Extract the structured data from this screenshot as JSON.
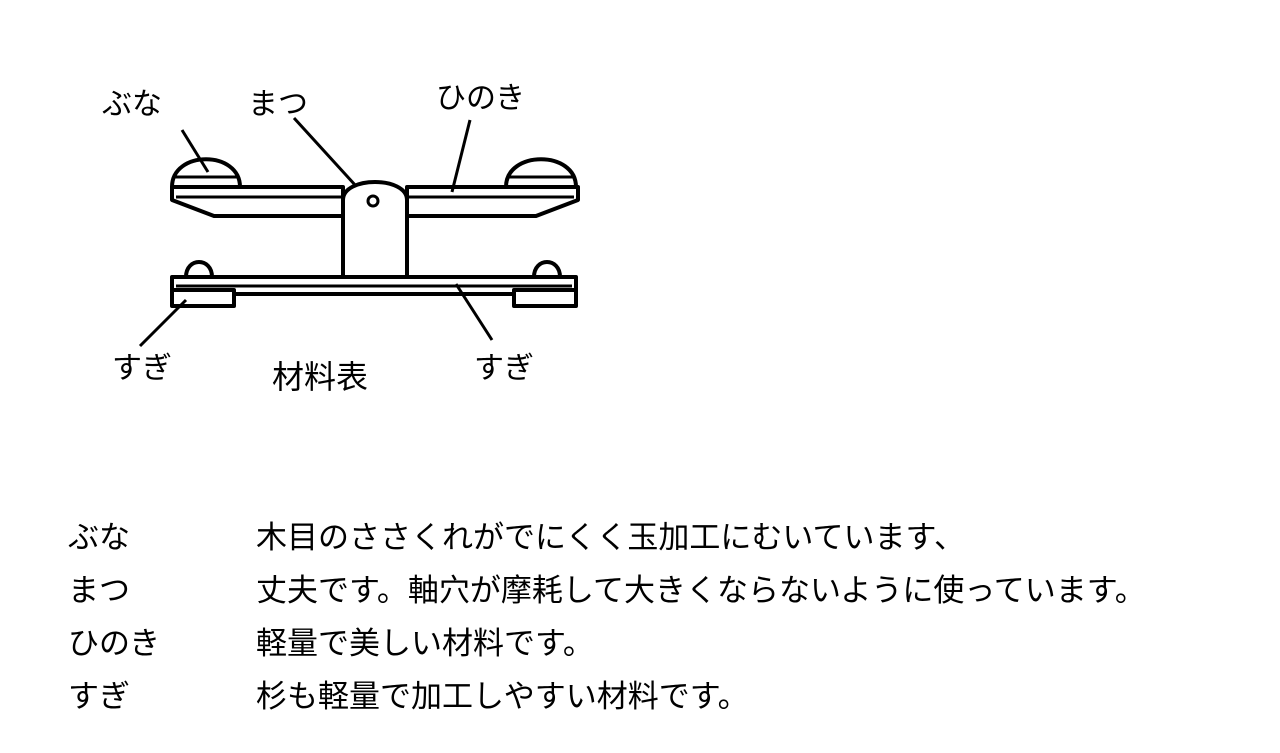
{
  "diagram": {
    "labels": {
      "buna": "ぶな",
      "matsu": "まつ",
      "hinoki": "ひのき",
      "sugi_left": "すぎ",
      "sugi_right": "すぎ"
    },
    "caption": "材料表"
  },
  "materials": [
    {
      "name": "ぶな",
      "description": "木目のささくれがでにくく玉加工にむいています、"
    },
    {
      "name": "まつ",
      "description": "丈夫です。軸穴が摩耗して大きくならないように使っています。"
    },
    {
      "name": "ひのき",
      "description": "軽量で美しい材料です。"
    },
    {
      "name": "すぎ",
      "description": "杉も軽量で加工しやすい材料です。"
    }
  ]
}
